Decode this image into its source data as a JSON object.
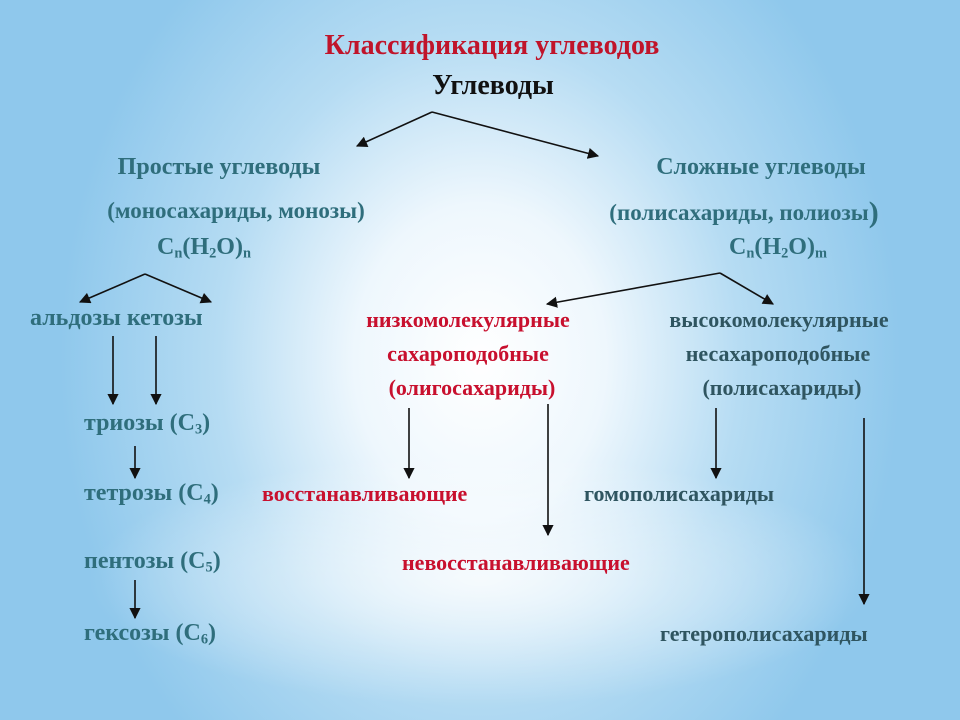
{
  "title": "Классификация углеводов",
  "root": "Углеводы",
  "simple": {
    "label": "Простые углеводы",
    "note": "(моносахариды, монозы)",
    "formula": {
      "pre": "C",
      "sub1": "n",
      "mid": "(H",
      "sub2": "2",
      "post": "O)",
      "sub3": "n"
    },
    "aldoses": "альдозы",
    "ketoses": "кетозы",
    "trioses": {
      "label": "триозы (C",
      "sub": "3",
      "close": ")"
    },
    "tetroses": {
      "label": "тетрозы (C",
      "sub": "4",
      "close": ")"
    },
    "pentoses": {
      "label": "пентозы (C",
      "sub": "5",
      "close": ")"
    },
    "hexoses": {
      "label": "гексозы (C",
      "sub": "6",
      "close": ")"
    }
  },
  "complex": {
    "label": "Сложные углеводы",
    "note": "(полисахариды, полиозы",
    "note_paren": ")",
    "formula": {
      "pre": "C",
      "sub1": "n",
      "mid": "(H",
      "sub2": "2",
      "post": "O)",
      "sub3": "m"
    },
    "low": {
      "line1": "низкомолекулярные",
      "line2": "сахароподобные",
      "line3": "(олигосахариды)",
      "reducing": "восстанавливающие",
      "nonreducing": "невосстанавливающие"
    },
    "high": {
      "line1": "высокомолекулярные",
      "line2": "несахароподобные",
      "line3": "(полисахариды)",
      "homo": "гомополисахариды",
      "hetero": "гетерополисахариды"
    }
  }
}
